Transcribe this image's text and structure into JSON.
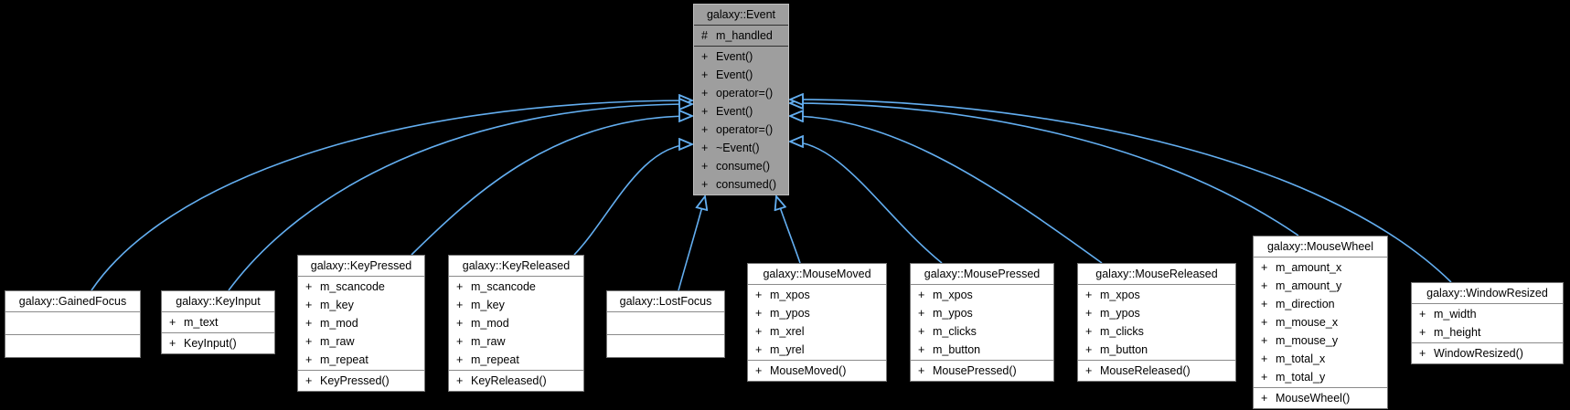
{
  "colors": {
    "background": "#000000",
    "arrow": "#63aef0",
    "base_class_fill": "#9e9e9e",
    "derived_class_fill": "#ffffff",
    "text": "#000000"
  },
  "classes": [
    {
      "title": "galaxy::Event",
      "attrs": [
        {
          "s": "#",
          "n": "m_handled"
        }
      ],
      "methods": [
        {
          "s": "+",
          "n": "Event()"
        },
        {
          "s": "+",
          "n": "Event()"
        },
        {
          "s": "+",
          "n": "operator=()"
        },
        {
          "s": "+",
          "n": "Event()"
        },
        {
          "s": "+",
          "n": "operator=()"
        },
        {
          "s": "+",
          "n": "~Event()"
        },
        {
          "s": "+",
          "n": "consume()"
        },
        {
          "s": "+",
          "n": "consumed()"
        }
      ]
    },
    {
      "title": "galaxy::GainedFocus",
      "attrs": [],
      "methods": []
    },
    {
      "title": "galaxy::KeyInput",
      "attrs": [
        {
          "s": "+",
          "n": "m_text"
        }
      ],
      "methods": [
        {
          "s": "+",
          "n": "KeyInput()"
        }
      ]
    },
    {
      "title": "galaxy::KeyPressed",
      "attrs": [
        {
          "s": "+",
          "n": "m_scancode"
        },
        {
          "s": "+",
          "n": "m_key"
        },
        {
          "s": "+",
          "n": "m_mod"
        },
        {
          "s": "+",
          "n": "m_raw"
        },
        {
          "s": "+",
          "n": "m_repeat"
        }
      ],
      "methods": [
        {
          "s": "+",
          "n": "KeyPressed()"
        }
      ]
    },
    {
      "title": "galaxy::KeyReleased",
      "attrs": [
        {
          "s": "+",
          "n": "m_scancode"
        },
        {
          "s": "+",
          "n": "m_key"
        },
        {
          "s": "+",
          "n": "m_mod"
        },
        {
          "s": "+",
          "n": "m_raw"
        },
        {
          "s": "+",
          "n": "m_repeat"
        }
      ],
      "methods": [
        {
          "s": "+",
          "n": "KeyReleased()"
        }
      ]
    },
    {
      "title": "galaxy::LostFocus",
      "attrs": [],
      "methods": []
    },
    {
      "title": "galaxy::MouseMoved",
      "attrs": [
        {
          "s": "+",
          "n": "m_xpos"
        },
        {
          "s": "+",
          "n": "m_ypos"
        },
        {
          "s": "+",
          "n": "m_xrel"
        },
        {
          "s": "+",
          "n": "m_yrel"
        }
      ],
      "methods": [
        {
          "s": "+",
          "n": "MouseMoved()"
        }
      ]
    },
    {
      "title": "galaxy::MousePressed",
      "attrs": [
        {
          "s": "+",
          "n": "m_xpos"
        },
        {
          "s": "+",
          "n": "m_ypos"
        },
        {
          "s": "+",
          "n": "m_clicks"
        },
        {
          "s": "+",
          "n": "m_button"
        }
      ],
      "methods": [
        {
          "s": "+",
          "n": "MousePressed()"
        }
      ]
    },
    {
      "title": "galaxy::MouseReleased",
      "attrs": [
        {
          "s": "+",
          "n": "m_xpos"
        },
        {
          "s": "+",
          "n": "m_ypos"
        },
        {
          "s": "+",
          "n": "m_clicks"
        },
        {
          "s": "+",
          "n": "m_button"
        }
      ],
      "methods": [
        {
          "s": "+",
          "n": "MouseReleased()"
        }
      ]
    },
    {
      "title": "galaxy::MouseWheel",
      "attrs": [
        {
          "s": "+",
          "n": "m_amount_x"
        },
        {
          "s": "+",
          "n": "m_amount_y"
        },
        {
          "s": "+",
          "n": "m_direction"
        },
        {
          "s": "+",
          "n": "m_mouse_x"
        },
        {
          "s": "+",
          "n": "m_mouse_y"
        },
        {
          "s": "+",
          "n": "m_total_x"
        },
        {
          "s": "+",
          "n": "m_total_y"
        }
      ],
      "methods": [
        {
          "s": "+",
          "n": "MouseWheel()"
        }
      ]
    },
    {
      "title": "galaxy::WindowResized",
      "attrs": [
        {
          "s": "+",
          "n": "m_width"
        },
        {
          "s": "+",
          "n": "m_height"
        }
      ],
      "methods": [
        {
          "s": "+",
          "n": "WindowResized()"
        }
      ]
    }
  ]
}
